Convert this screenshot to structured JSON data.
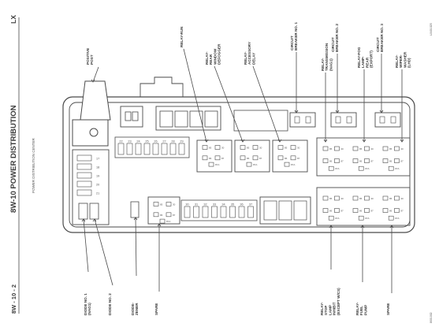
{
  "page": {
    "header_left": "8W - 10 - 2",
    "header_title": "8W-10 POWER DISTRIBUTION",
    "header_right": "LX",
    "caption": "POWER DISTRIBUTION CENTER",
    "ref_top": "L0401025",
    "ref_bottom": "8001002"
  },
  "top_labels": [
    {
      "id": "positive-post",
      "lines": [
        "POSITIVE",
        "POST"
      ]
    },
    {
      "id": "relay-run",
      "lines": [
        "RELAY-RUN"
      ]
    },
    {
      "id": "relay-rear-window-defogger",
      "lines": [
        "RELAY-",
        "REAR",
        "WINDOW",
        "DEFOGGER"
      ]
    },
    {
      "id": "relay-accessory-delay",
      "lines": [
        "RELAY-",
        "ACCESSORY",
        "DELAY"
      ]
    },
    {
      "id": "circuit-breaker-1",
      "lines": [
        "CIRCUIT",
        "BREAKER NO. 1"
      ]
    },
    {
      "id": "relay-transmission",
      "lines": [
        "RELAY-",
        "TRANSMISSION",
        "(NAG1)"
      ]
    },
    {
      "id": "circuit-breaker-2",
      "lines": [
        "CIRCUIT",
        "BREAKER NO. 2"
      ]
    },
    {
      "id": "relay-fog-lamp",
      "lines": [
        "RELAY-FOG",
        "LAMP-",
        "REAR",
        "(EXPORT)"
      ]
    },
    {
      "id": "circuit-breaker-3",
      "lines": [
        "CIRCUIT",
        "BREAKER NO. 3"
      ]
    },
    {
      "id": "relay-wiper-washer",
      "lines": [
        "RELAY-",
        "WIPER-",
        "WASHER",
        "(LHD)"
      ]
    }
  ],
  "bottom_labels": [
    {
      "id": "diode-1",
      "lines": [
        "DIODE NO. 1",
        "(NAG1)"
      ]
    },
    {
      "id": "diode-2",
      "lines": [
        "DIODE NO. 2"
      ]
    },
    {
      "id": "diode-zener",
      "lines": [
        "DIODE-",
        "ZENER"
      ]
    },
    {
      "id": "spare-1",
      "lines": [
        "SPARE"
      ]
    },
    {
      "id": "relay-stop-lamp",
      "lines": [
        "RELAY-",
        "STOP",
        "LAMP",
        "INHIBIT",
        "(EXCEPT W/CS)"
      ]
    },
    {
      "id": "relay-fuel-pump",
      "lines": [
        "RELAY-",
        "FUEL",
        "PUMP"
      ]
    },
    {
      "id": "spare-2",
      "lines": [
        "SPARE"
      ]
    }
  ],
  "fuse_rows": {
    "upper": [
      "22",
      "23",
      "24",
      "25",
      "26",
      "27",
      "28",
      "29"
    ],
    "lower": [
      "30",
      "31",
      "32",
      "33",
      "34",
      "35",
      "36",
      "37"
    ],
    "left": [
      "17",
      "18",
      "19",
      "20",
      "21"
    ]
  },
  "terminal_labels": {
    "a": "85",
    "b": "30",
    "c": "86",
    "d": "87",
    "e": "87A"
  }
}
